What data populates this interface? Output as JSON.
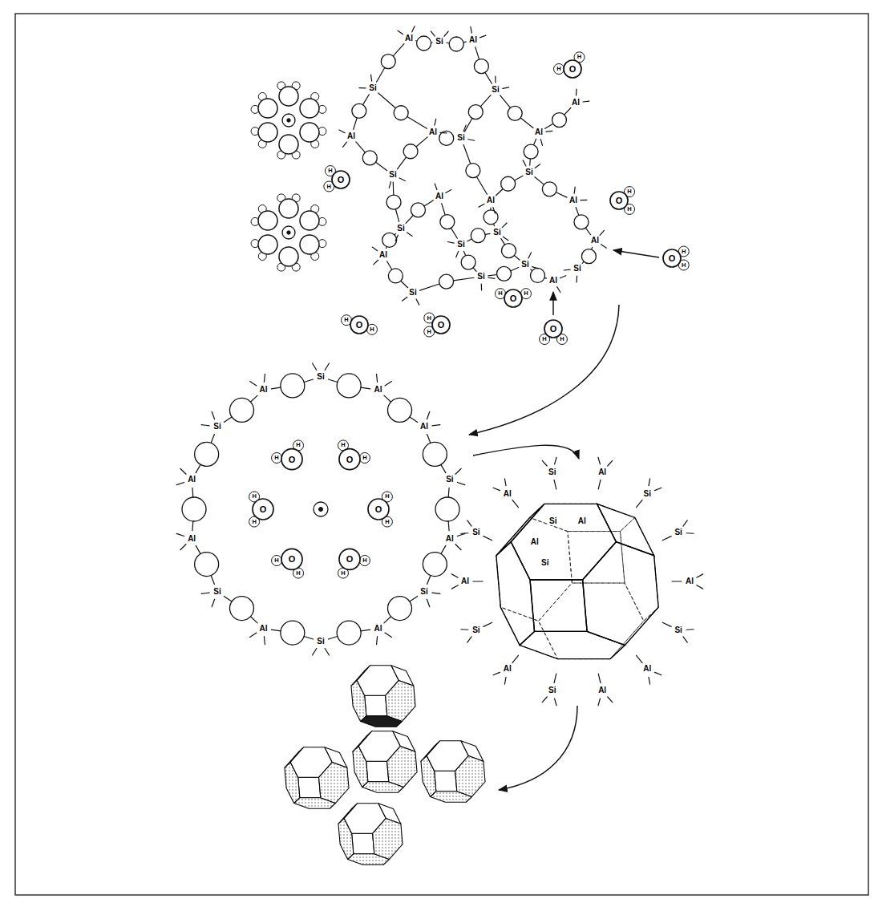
{
  "diagram": {
    "labels": [
      "Al",
      "Si",
      "Al",
      "Si",
      "Si",
      "Al",
      "Al",
      "Al",
      "Si",
      "Al",
      "Si",
      "Si",
      "Al",
      "Al",
      "Al",
      "Si",
      "Si",
      "Al",
      "Si",
      "Al",
      "Si",
      "Si",
      "Al",
      "Si",
      "Si",
      "O",
      "H",
      "H",
      "O",
      "H",
      "H",
      "O",
      "H",
      "H",
      "O",
      "H",
      "H",
      "O",
      "H",
      "H",
      "O",
      "H",
      "H",
      "O",
      "H",
      "H",
      "O",
      "H",
      "H",
      "Si",
      "Al",
      "Al",
      "Si",
      "Al",
      "Si",
      "Al",
      "Si",
      "Al",
      "Si",
      "Al",
      "Al",
      "Si",
      "Al",
      "O",
      "H",
      "H",
      "O",
      "H",
      "H",
      "O",
      "H",
      "H",
      "O",
      "H",
      "H",
      "O",
      "H",
      "H",
      "O",
      "H",
      "H",
      "Al",
      "Si",
      "Si",
      "Al",
      "Si",
      "Al",
      "Al",
      "Si",
      "Al",
      "Si",
      "Al",
      "Si",
      "Al",
      "Si",
      "Al",
      "Si",
      "Al",
      "Si"
    ]
  }
}
